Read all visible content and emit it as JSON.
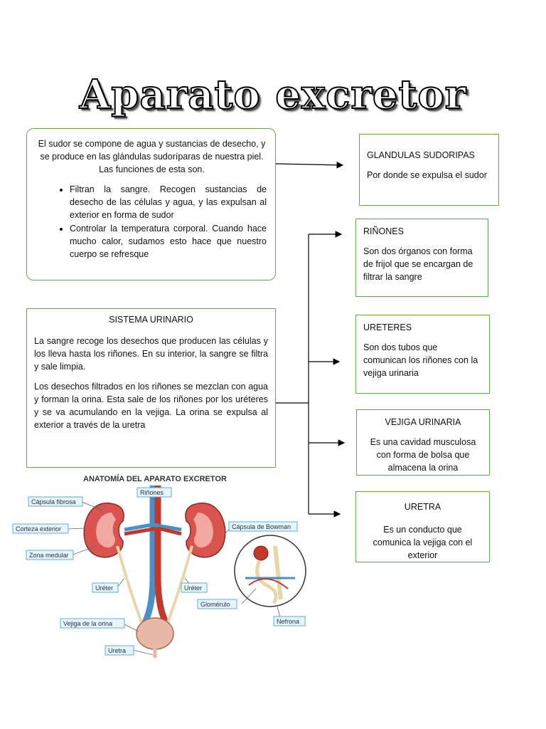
{
  "title": "Aparato excretor",
  "intro": {
    "line1": "El sudor se compone de agua y sustancias de desecho, y se produce en las glándulas sudoríparas de nuestra piel.",
    "line2": "Las funciones de esta son.",
    "bullets": [
      "Filtran la sangre. Recogen sustancias de desecho de las células y agua, y las expulsan al exterior en forma de sudor",
      "Controlar la temperatura corporal. Cuando hace mucho calor, sudamos esto hace que nuestro cuerpo se refresque"
    ]
  },
  "urinario": {
    "heading": "SISTEMA URINARIO",
    "p1": "La sangre recoge los desechos que producen las células y los lleva hasta los riñones. En su interior, la sangre se filtra y sale limpia.",
    "p2": "Los desechos filtrados en los riñones se mezclan con agua y forman la orina. Esta sale de los riñones por los uréteres y se va acumulando en la vejiga. La orina se expulsa al exterior a través de la uretra"
  },
  "boxes": {
    "glandulas": {
      "heading": "GLANDULAS SUDORIPAS",
      "text": "Por donde se expulsa el sudor"
    },
    "rinones": {
      "heading": "RIÑONES",
      "text": "Son dos órganos con forma de frijol que se encargan de filtrar la sangre"
    },
    "ureteres": {
      "heading": "URETERES",
      "text": "Son dos tubos que comunican los riñones con la vejiga urinaria"
    },
    "vejiga": {
      "heading": "VEJIGA URINARIA",
      "text": "Es una cavidad musculosa con forma de bolsa que almacena la orina"
    },
    "uretra": {
      "heading": "URETRA",
      "text": "Es un conducto que comunica la vejiga con el exterior"
    }
  },
  "anatomy": {
    "title": "ANATOMÍA DEL APARATO EXCRETOR",
    "labels": {
      "capsula_fibrosa": "Cápsula fibrosa",
      "rinones": "Riñones",
      "corteza": "Corteza exterior",
      "zona_medular": "Zona medular",
      "capsula_bowman": "Cápsula de Bowman",
      "ureter_left": "Uréter",
      "ureter_right": "Uréter",
      "glomerulo": "Glomérulo",
      "vejiga": "Vejiga de la orina",
      "nefrona": "Nefrona",
      "uretra": "Uretra"
    }
  },
  "colors": {
    "box_border": "#6aa84f",
    "kidney": "#d9534f",
    "vein": "#4a90c8",
    "artery": "#c0392b",
    "label_bg": "#e8f4fb",
    "label_border": "#5ab0d8"
  }
}
